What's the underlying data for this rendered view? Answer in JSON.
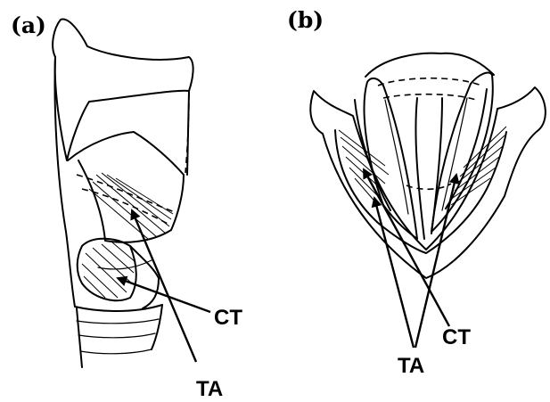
{
  "panels": [
    {
      "label": "(a)",
      "callouts": [
        "CT",
        "TA"
      ]
    },
    {
      "label": "(b)",
      "callouts": [
        "TA",
        "CT"
      ]
    }
  ],
  "colors": {
    "ink": "#000000",
    "background": "#ffffff"
  }
}
